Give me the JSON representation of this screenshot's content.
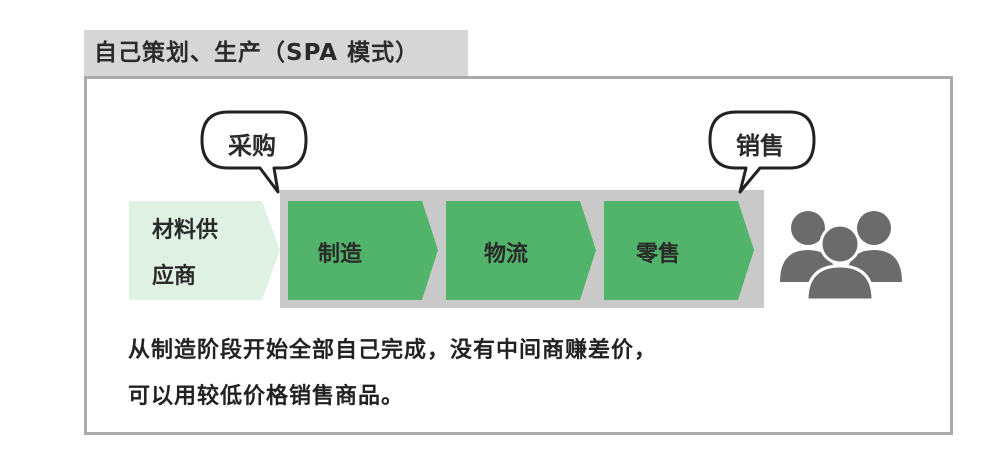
{
  "tab_title": "自己策划、生产（SPA 模式）",
  "bubbles": {
    "purchase": "采购",
    "sales": "销售"
  },
  "supplier": {
    "line1": "材料供",
    "line2": "应商"
  },
  "steps": [
    "制造",
    "物流",
    "零售"
  ],
  "description": {
    "line1": "从制造阶段开始全部自己完成，没有中间商赚差价，",
    "line2": "可以用较低价格销售商品。"
  },
  "colors": {
    "step_green": "#52b46a",
    "supplier_light_green": "#dff1e3",
    "band_gray": "#c9c9c9",
    "people_gray": "#6b6b6b"
  },
  "icons": [
    "people-group-icon"
  ]
}
